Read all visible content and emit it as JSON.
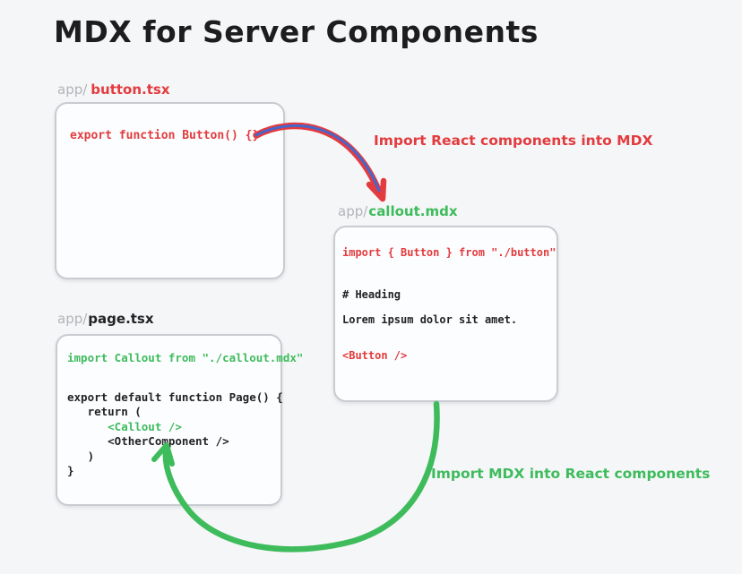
{
  "title": "MDX for Server Components",
  "colors": {
    "background": "#f5f6f8",
    "red": "#e33b3e",
    "green": "#3ebc5c",
    "blue": "#4766cc",
    "gray_path": "#b2b4b8",
    "dark_text": "#222326",
    "box_border": "#c8cbd0",
    "box_fill": "#fcfdfe"
  },
  "boxes": {
    "button": {
      "path_prefix": "app/",
      "filename": "button.tsx",
      "code": "export function Button() {}"
    },
    "callout": {
      "path_prefix": "app/",
      "filename": "callout.mdx",
      "lines": [
        {
          "text": "import { Button } from \"./button\"",
          "color": "red"
        },
        {
          "text": "# Heading",
          "color": "dark"
        },
        {
          "text": "Lorem ipsum dolor sit amet.",
          "color": "dark"
        },
        {
          "text": "<Button />",
          "color": "red"
        }
      ]
    },
    "page": {
      "path_prefix": "app/",
      "filename": "page.tsx",
      "lines": [
        {
          "text": "import Callout from \"./callout.mdx\"",
          "color": "green"
        },
        {
          "text": "export default function Page() {",
          "color": "dark"
        },
        {
          "text": "   return (",
          "color": "dark"
        },
        {
          "text": "      <Callout />",
          "color": "green"
        },
        {
          "text": "      <OtherComponent />",
          "color": "dark"
        },
        {
          "text": "   )",
          "color": "dark"
        },
        {
          "text": "}",
          "color": "dark"
        }
      ]
    }
  },
  "annotations": {
    "react_into_mdx": "Import React components into MDX",
    "mdx_into_react": "Import MDX into React components"
  }
}
